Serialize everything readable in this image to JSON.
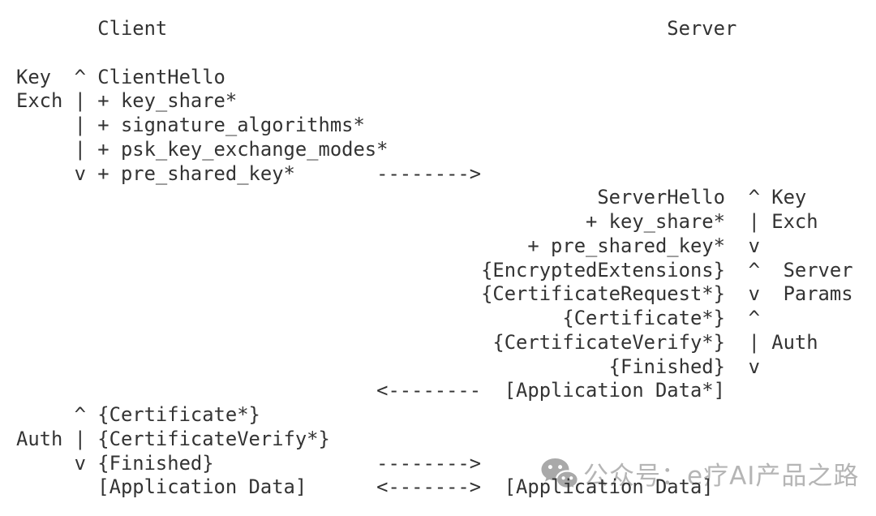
{
  "page": {
    "background_color": "#ffffff"
  },
  "diagram": {
    "text_color": "#333333",
    "column_headers": {
      "client": "Client",
      "server": "Server"
    },
    "phase_labels": [
      "Key",
      "Exch",
      "Server",
      "Params",
      "Auth"
    ],
    "lines": [
      "       Client                                           Server",
      "",
      "Key  ^ ClientHello",
      "Exch | + key_share*",
      "     | + signature_algorithms*",
      "     | + psk_key_exchange_modes*",
      "     v + pre_shared_key*       -------->",
      "                                                  ServerHello  ^ Key",
      "                                                 + key_share*  | Exch",
      "                                            + pre_shared_key*  v",
      "                                        {EncryptedExtensions}  ^  Server",
      "                                        {CertificateRequest*}  v  Params",
      "                                               {Certificate*}  ^",
      "                                         {CertificateVerify*}  | Auth",
      "                                                   {Finished}  v",
      "                               <--------  [Application Data*]",
      "     ^ {Certificate*}",
      "Auth | {CertificateVerify*}",
      "     v {Finished}              -------->",
      "       [Application Data]      <------->  [Application Data]"
    ]
  },
  "watermark": {
    "icon": "wechat-icon",
    "text": "公众号：e疗AI产品之路",
    "text_color": "#b5b5b5",
    "icon_color": "#a9a9a9"
  }
}
